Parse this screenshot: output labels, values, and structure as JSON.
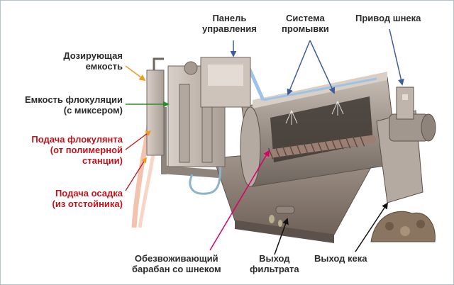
{
  "colors": {
    "label_dark": "#2b2b2b",
    "label_red": "#c0141c",
    "arrow_blue": "#3f5c96",
    "arrow_orange": "#f29a1e",
    "arrow_green": "#2e8b2e",
    "arrow_magenta": "#d8006c",
    "arrow_black": "#111111",
    "sludge_pipe": "#f0b9a0",
    "wash_pipe": "#9fc3e4",
    "frame": "#8f847c",
    "housing": "#c8bdb4"
  },
  "labels": {
    "control_panel": {
      "line1": "Панель",
      "line2": "управления"
    },
    "wash_system": {
      "line1": "Система",
      "line2": "промывки"
    },
    "screw_drive": {
      "line1": "Привод шнека"
    },
    "dosing_tank": {
      "line1": "Дозирующая",
      "line2": "емкость"
    },
    "flocculation_tank": {
      "line1": "Емкость флокуляции",
      "line2": "(с миксером)"
    },
    "flocculant_feed": {
      "line1": "Подача флокулянта",
      "line2": "(от полимерной",
      "line3": "станции)"
    },
    "sludge_feed": {
      "line1": "Подача осадка",
      "line2": "(из отстойника)"
    },
    "dewatering_drum": {
      "line1": "Обезвоживающий",
      "line2": "барабан со шнеком"
    },
    "filtrate_outlet": {
      "line1": "Выход",
      "line2": "фильтрата"
    },
    "cake_outlet": {
      "line1": "Выход кека"
    }
  }
}
